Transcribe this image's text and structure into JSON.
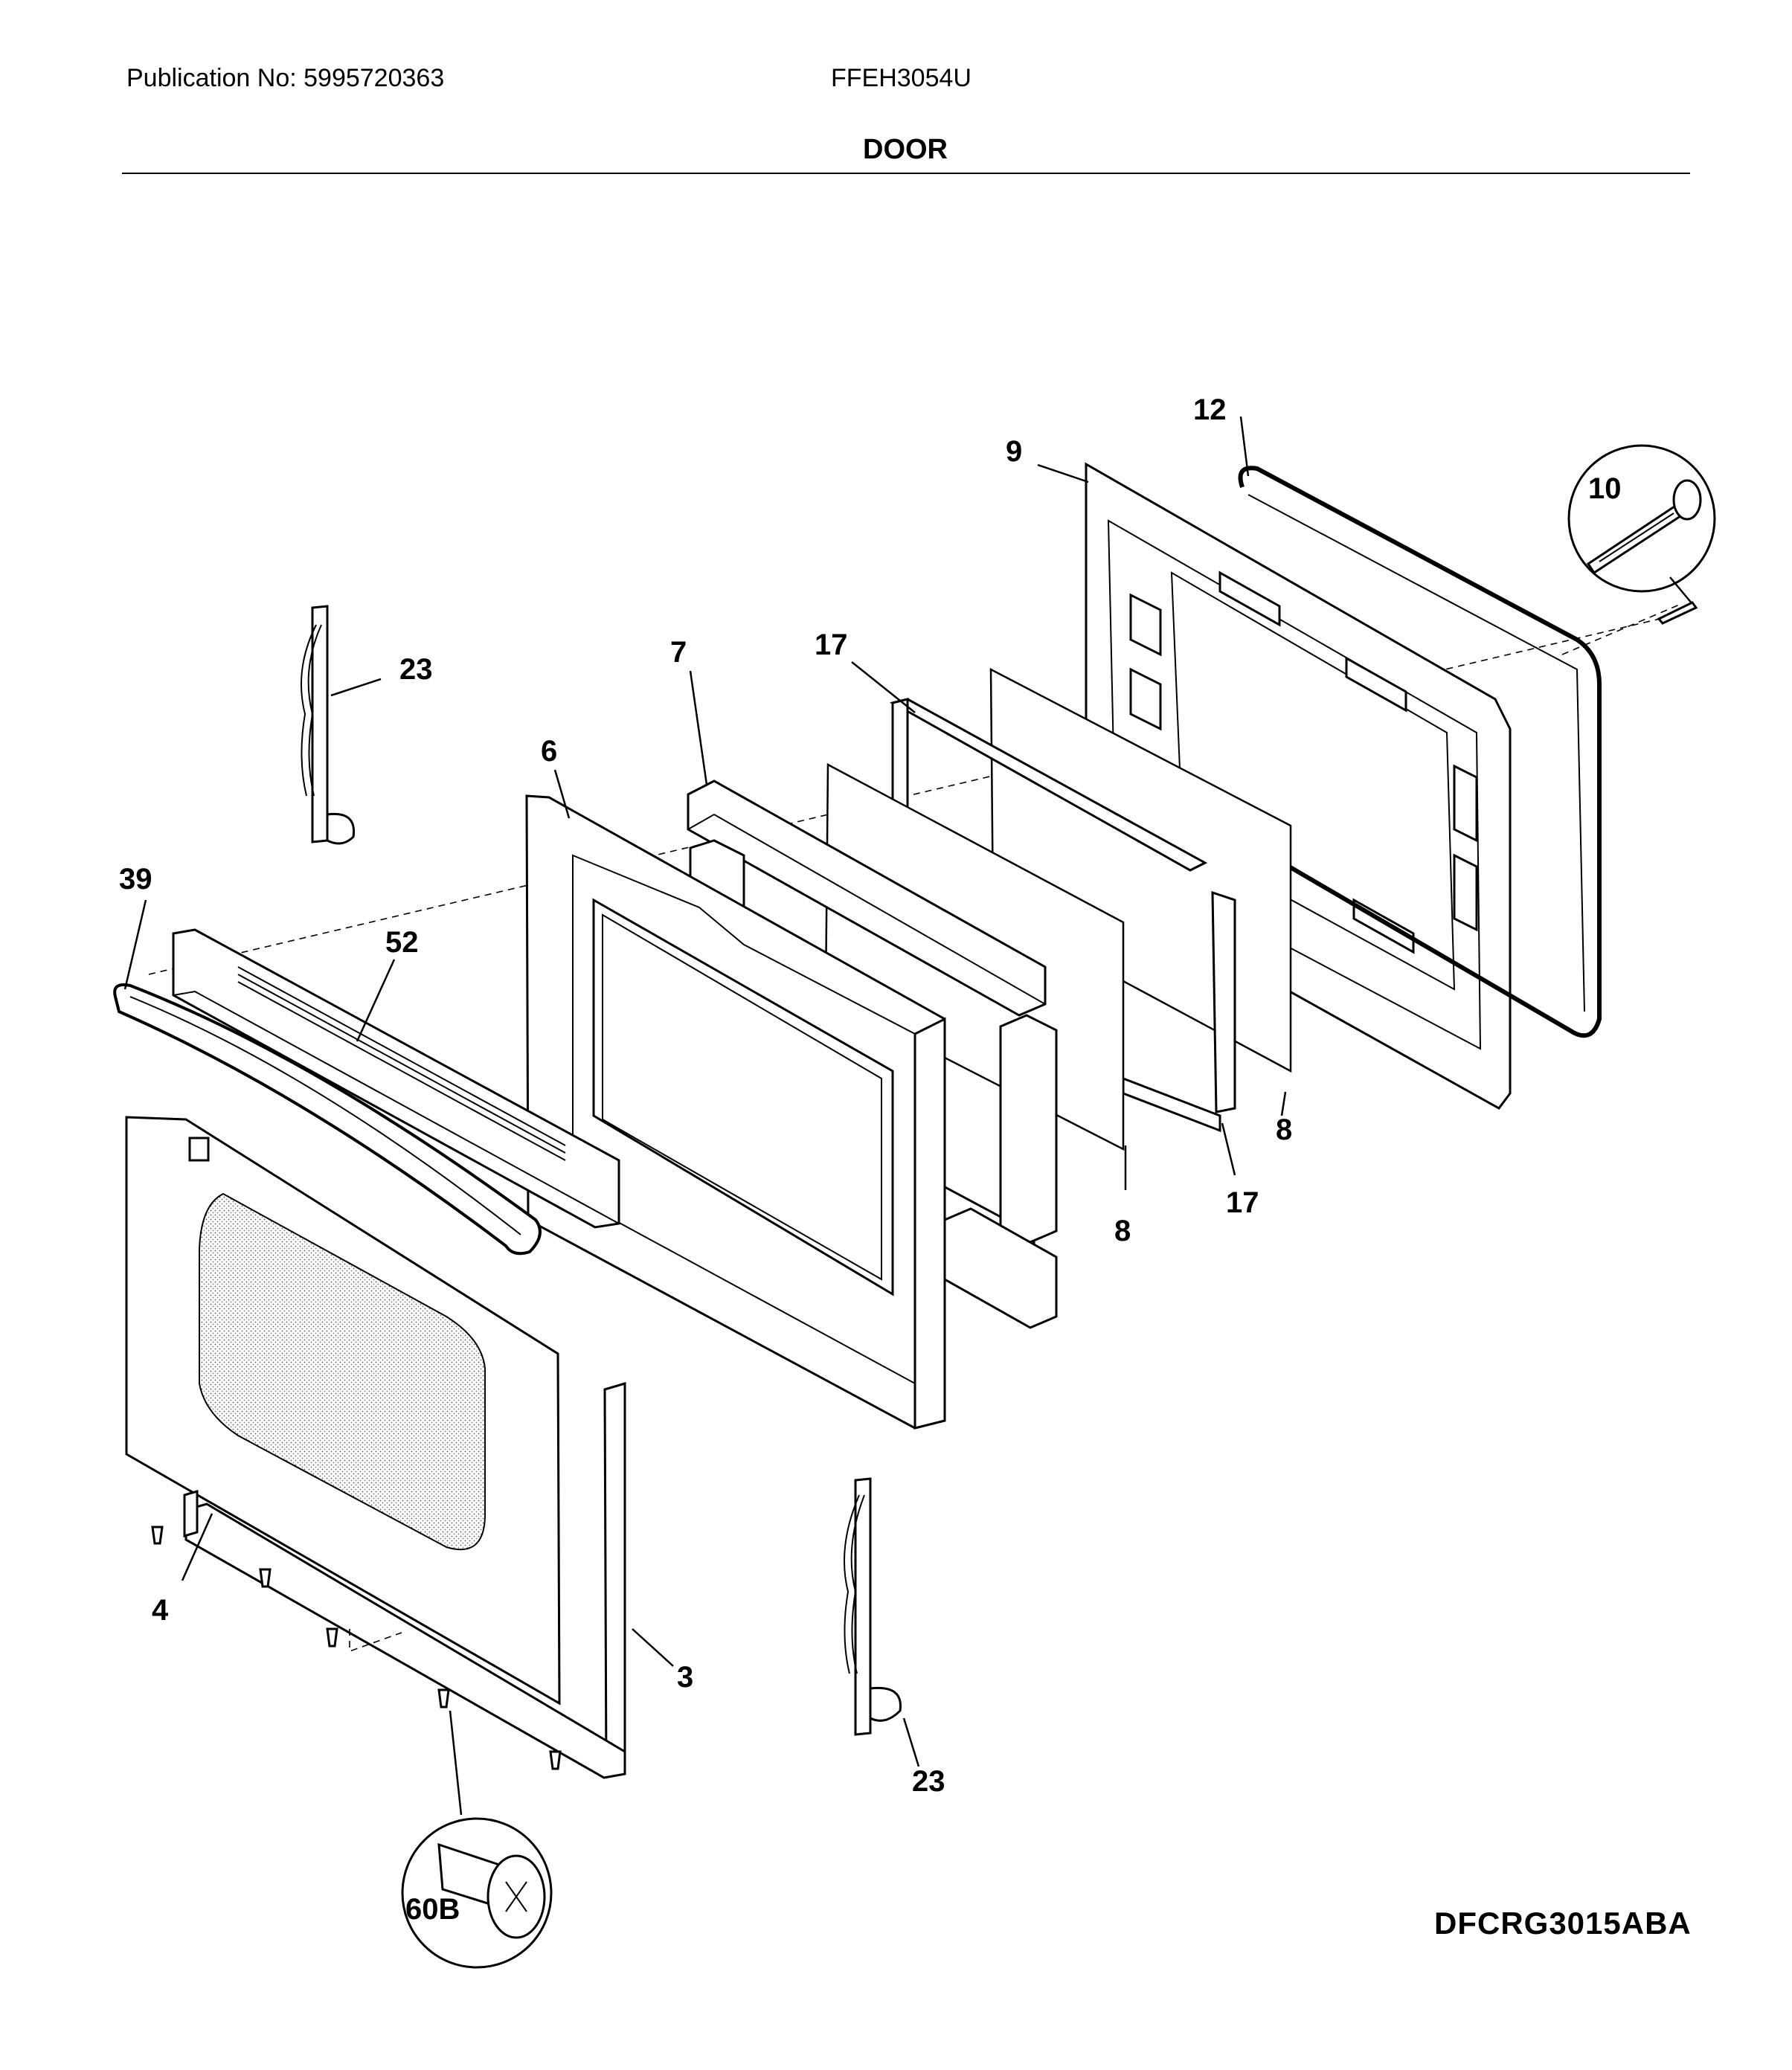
{
  "header": {
    "publication": "Publication No: 5995720363",
    "model": "FFEH3054U",
    "section_title": "DOOR"
  },
  "footer": {
    "diagram_code": "DFCRG3015ABA"
  },
  "callouts": {
    "c3": "3",
    "c4": "4",
    "c6": "6",
    "c7": "7",
    "c8a": "8",
    "c8b": "8",
    "c9": "9",
    "c10": "10",
    "c12": "12",
    "c17a": "17",
    "c17b": "17",
    "c23a": "23",
    "c23b": "23",
    "c39": "39",
    "c52": "52",
    "c60b": "60B"
  },
  "colors": {
    "ink": "#000000",
    "paper": "#ffffff"
  }
}
